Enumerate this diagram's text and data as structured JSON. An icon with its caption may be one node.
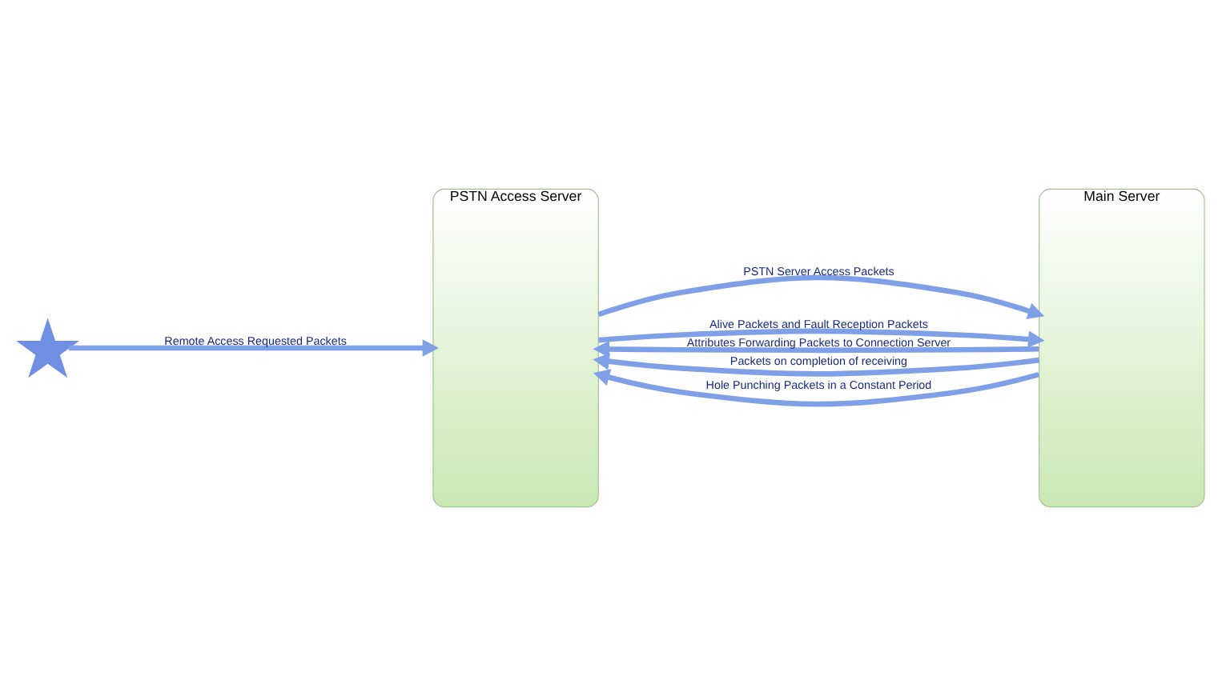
{
  "diagram": {
    "nodes": [
      {
        "text": [
          "PSTN Access Server"
        ]
      },
      {
        "text": [
          "Main Server"
        ]
      },
      {
        "text": [],
        "shape": "star"
      }
    ],
    "edges": [
      {
        "from": 0,
        "to": 1,
        "arrow": "to",
        "label": "PSTN Server Access Packets"
      },
      {
        "from": 1,
        "to": 0,
        "arrow": "to",
        "label": "Attributes Forwarding Packets to Connection Server"
      },
      {
        "from": 0,
        "to": 1,
        "arrow": "to",
        "label": "Alive Packets and Fault Reception Packets"
      },
      {
        "from": 1,
        "to": 0,
        "arrow": "to",
        "label": "Packets on completion of receiving"
      },
      {
        "from": 1,
        "to": 0,
        "arrow": "to",
        "label": "Hole Punching Packets in a Constant Period"
      },
      {
        "from": 2,
        "to": 0,
        "arrow": "to",
        "label": "Remote Access Requested Packets"
      }
    ]
  }
}
